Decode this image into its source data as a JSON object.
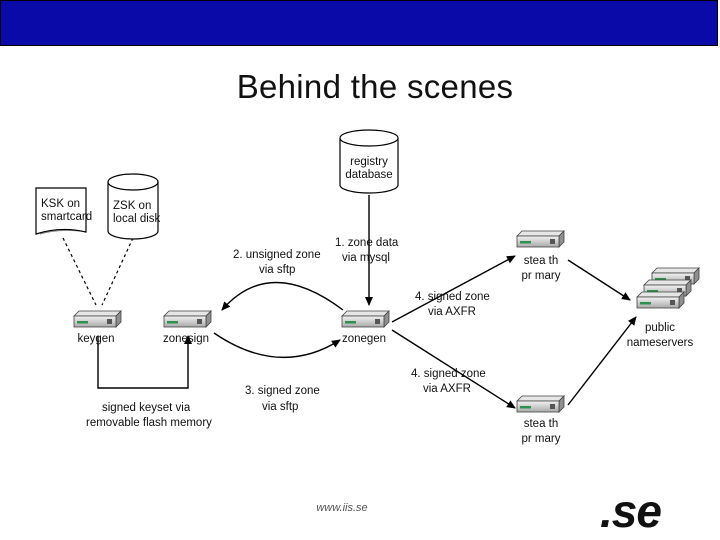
{
  "slide": {
    "title": "Behind the scenes",
    "footer_url": "www.iis.se",
    "logo": ".se",
    "topbar_color": "#0a0aa8"
  },
  "diagram": {
    "nodes": {
      "registry_db": [
        "registry",
        "database"
      ],
      "ksk": [
        "KSK on",
        "smartcard"
      ],
      "zsk": [
        "ZSK on",
        "local disk"
      ],
      "keygen": "keygen",
      "zonesign": "zonesign",
      "zonegen": "zonegen",
      "stealth_top": [
        "stea th",
        "pr mary"
      ],
      "stealth_bottom": [
        "stea th",
        "pr mary"
      ],
      "public_ns": [
        "public",
        "nameservers"
      ]
    },
    "edges": {
      "zone_data": [
        "1. zone data",
        "via mysql"
      ],
      "unsigned_zone": [
        "2. unsigned zone",
        "via sftp"
      ],
      "signed_zone_sftp": [
        "3. signed zone",
        "via sftp"
      ],
      "axfr_top": [
        "4. signed zone",
        "via AXFR"
      ],
      "axfr_bottom": [
        "4. signed zone",
        "via AXFR"
      ],
      "keyset": [
        "signed keyset via",
        "removable flash memory"
      ]
    }
  }
}
